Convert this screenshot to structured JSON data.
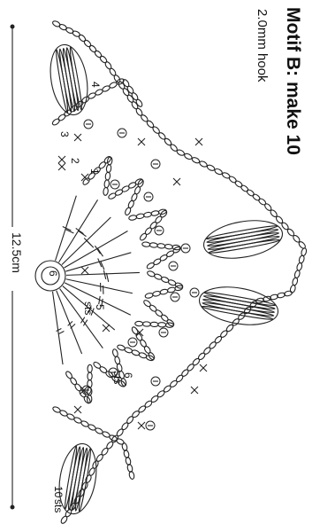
{
  "diagram": {
    "title": "Motif B: make 10",
    "hook": "2.0mm hook",
    "dimension": "12.5cm",
    "center_ring": "6",
    "round_labels": [
      "1",
      "2",
      "3",
      "4"
    ],
    "stitch_labels": [
      {
        "id": "5sts",
        "num": "5",
        "unit": "sts"
      },
      {
        "id": "6sts",
        "num": "6",
        "unit": "sts"
      },
      {
        "id": "10sts",
        "num": "10",
        "unit": "sts"
      }
    ]
  }
}
